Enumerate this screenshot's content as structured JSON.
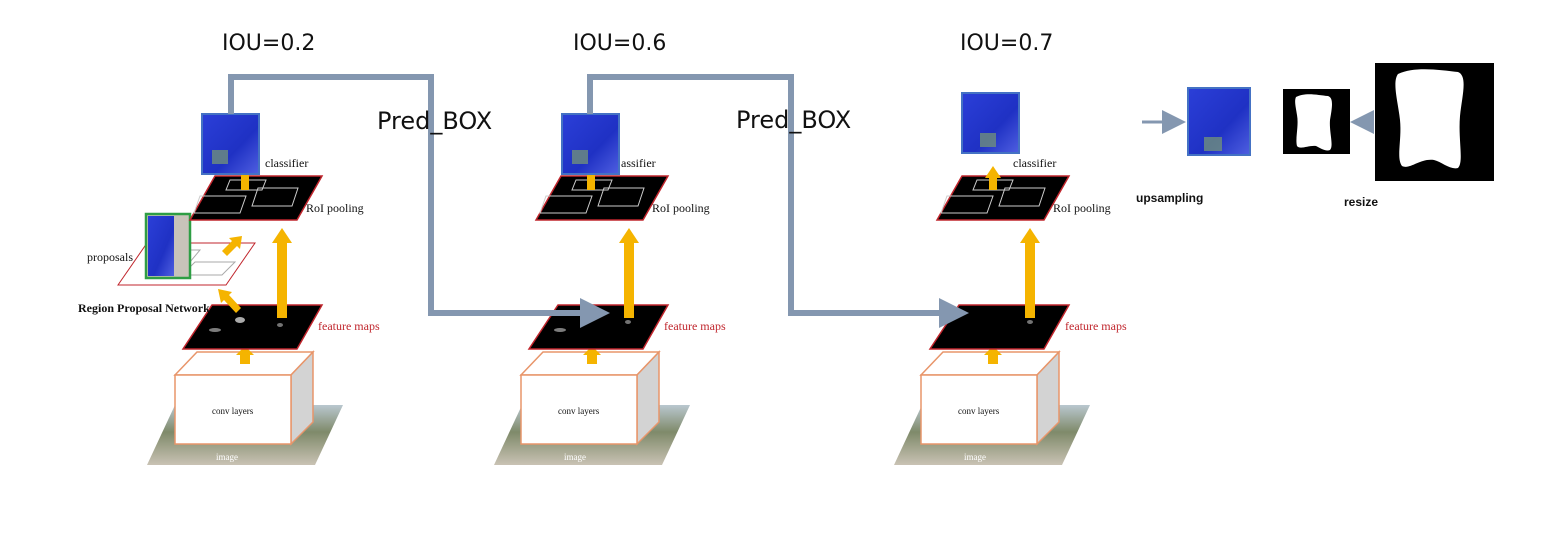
{
  "stages": [
    {
      "iou_label": "IOU=0.2",
      "classifier": "classifier",
      "roi_pooling": "RoI pooling",
      "feature_maps": "feature maps",
      "conv_layers": "conv layers",
      "image": "image"
    },
    {
      "iou_label": "IOU=0.6",
      "classifier": "assifier",
      "roi_pooling": "RoI pooling",
      "feature_maps": "feature maps",
      "conv_layers": "conv layers",
      "image": "image"
    },
    {
      "iou_label": "IOU=0.7",
      "classifier": "classifier",
      "roi_pooling": "RoI pooling",
      "feature_maps": "feature maps",
      "conv_layers": "conv layers",
      "image": "image"
    }
  ],
  "rpn": {
    "proposals": "proposals",
    "label": "Region Proposal Network"
  },
  "pred_box_labels": [
    "Pred_BOX",
    "Pred_BOX"
  ],
  "post": {
    "upsampling": "upsampling",
    "resize": "resize"
  },
  "colors": {
    "arrow_gray": "#8497b0",
    "yellow": "#f5b400",
    "crop_border": "#4472c4",
    "proposal_border": "#2e9e44",
    "map_border": "#c0262d",
    "box_orange": "#e8956a"
  }
}
